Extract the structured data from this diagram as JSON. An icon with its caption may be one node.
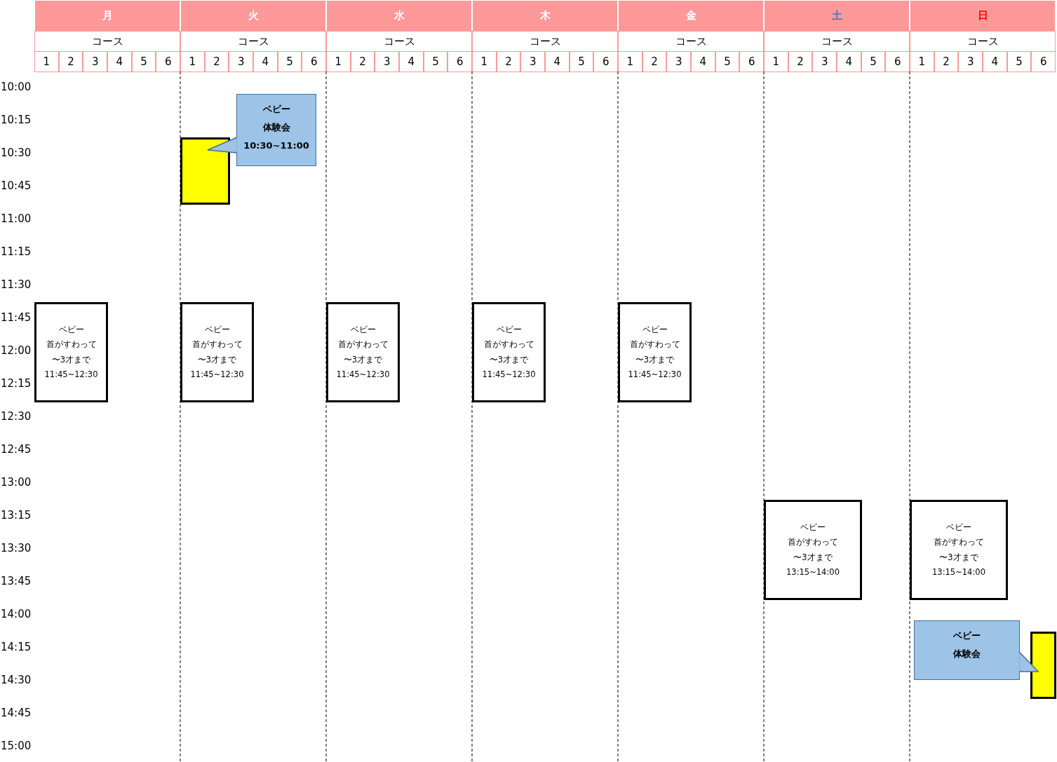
{
  "diagram": {
    "nodes": [
      {
        "text": [
          "ベビー",
          "体験会",
          "10:30~11:00"
        ]
      },
      {
        "text": [],
        "shape": "box"
      },
      {
        "text": [
          "ベビー",
          "首がすわって",
          "〜3才まで",
          "11:45~12:30"
        ]
      },
      {
        "text": [
          "ベビー",
          "首がすわって",
          "〜3才まで",
          "11:45~12:30"
        ]
      },
      {
        "text": [
          "ベビー",
          "首がすわって",
          "〜3才まで",
          "11:45~12:30"
        ]
      },
      {
        "text": [
          "ベビー",
          "首がすわって",
          "〜3才まで",
          "11:45~12:30"
        ]
      },
      {
        "text": [
          "ベビー",
          "首がすわって",
          "〜3才まで",
          "11:45~12:30"
        ]
      },
      {
        "text": [
          "ベビー",
          "首がすわって",
          "〜3才まで",
          "13:15~14:00"
        ]
      },
      {
        "text": [
          "ベビー",
          "首がすわって",
          "〜3才まで",
          "13:15~14:00"
        ]
      },
      {
        "text": [
          "ベビー",
          "体験会"
        ]
      },
      {
        "text": [],
        "shape": "box"
      }
    ],
    "edges": [
      {
        "from": 0,
        "to": 1,
        "arrow": "to"
      },
      {
        "from": 9,
        "to": 10,
        "arrow": "to"
      }
    ],
    "labels": [
      "月",
      "火",
      "水",
      "木",
      "金",
      "土",
      "日",
      "コース",
      "コース",
      "コース",
      "コース",
      "コース",
      "コース",
      "コース",
      "1",
      "2",
      "3",
      "4",
      "5",
      "6",
      "1",
      "2",
      "3",
      "4",
      "5",
      "6",
      "1",
      "2",
      "3",
      "4",
      "5",
      "6",
      "1",
      "2",
      "3",
      "4",
      "5",
      "6",
      "1",
      "2",
      "3",
      "4",
      "5",
      "6",
      "1",
      "2",
      "3",
      "4",
      "5",
      "6",
      "1",
      "2",
      "3",
      "4",
      "5",
      "6",
      "10:00",
      "10:15",
      "10:30",
      "10:45",
      "11:00",
      "11:15",
      "11:30",
      "11:45",
      "12:00",
      "12:15",
      "12:30",
      "12:45",
      "13:00",
      "13:15",
      "13:30",
      "13:45",
      "14:00",
      "14:15",
      "14:30",
      "14:45",
      "15:00"
    ]
  }
}
